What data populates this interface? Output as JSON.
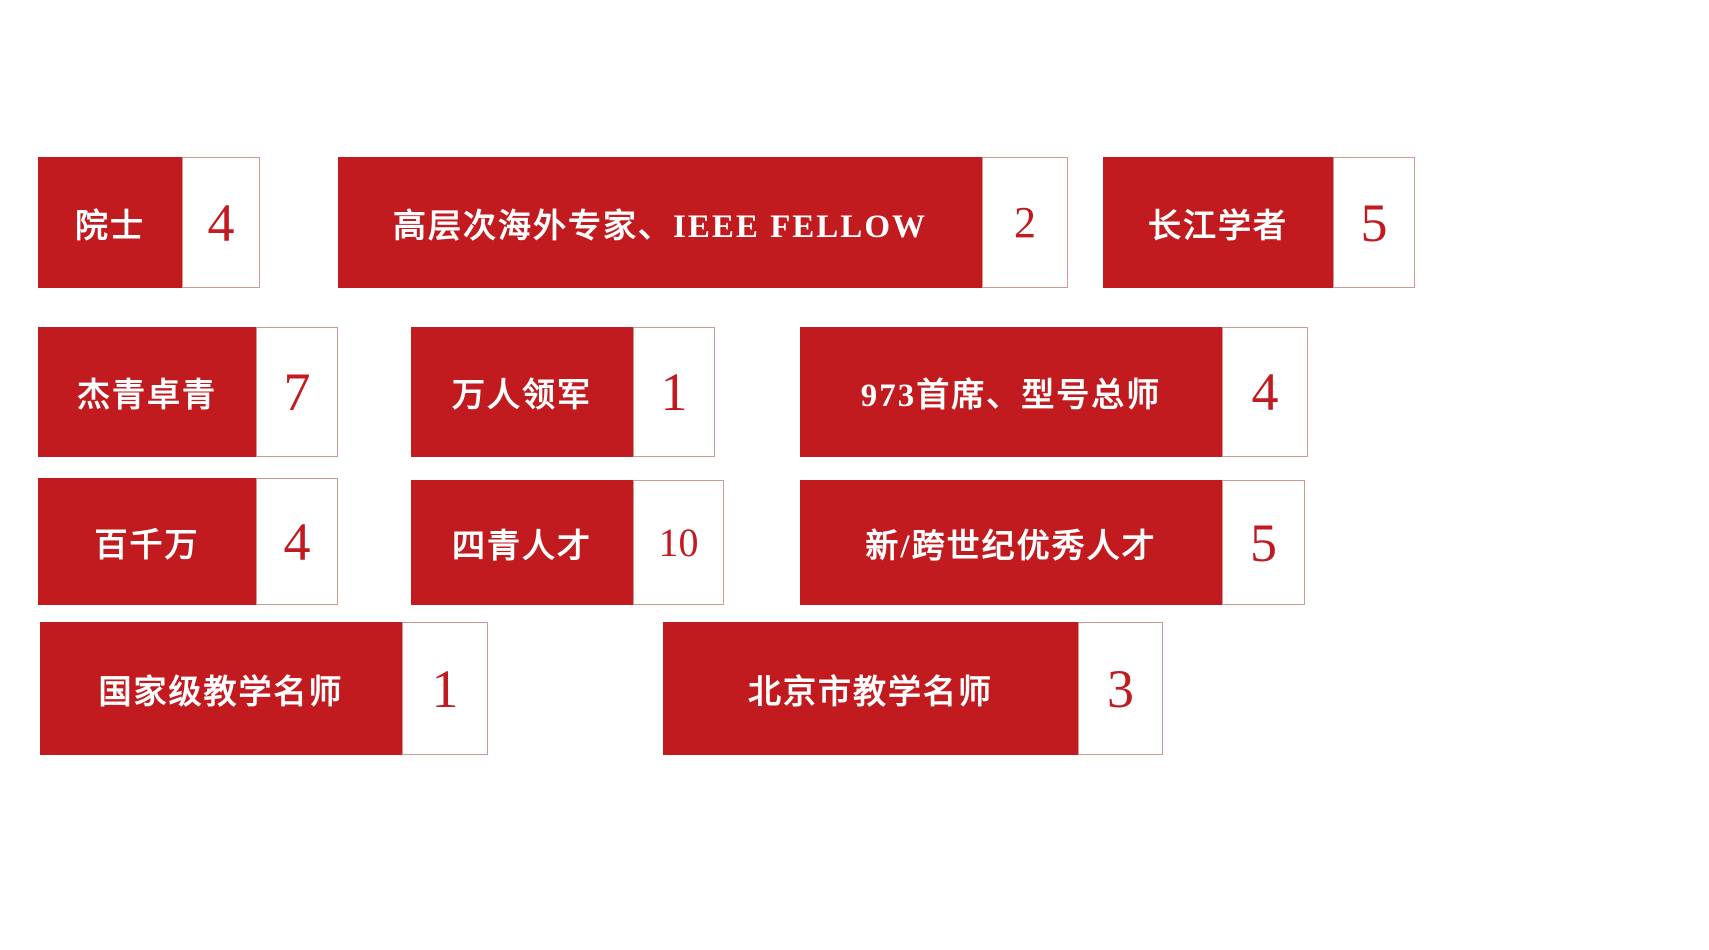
{
  "badges": [
    {
      "label": "院士",
      "count": "4"
    },
    {
      "label": "高层次海外专家、IEEE FELLOW",
      "count": "2"
    },
    {
      "label": "长江学者",
      "count": "5"
    },
    {
      "label": "杰青卓青",
      "count": "7"
    },
    {
      "label": "万人领军",
      "count": "1"
    },
    {
      "label": "973首席、型号总师",
      "count": "4"
    },
    {
      "label": "百千万",
      "count": "4"
    },
    {
      "label": "四青人才",
      "count": "10"
    },
    {
      "label": "新/跨世纪优秀人才",
      "count": "5"
    },
    {
      "label": "国家级教学名师",
      "count": "1"
    },
    {
      "label": "北京市教学名师",
      "count": "3"
    }
  ],
  "colors": {
    "badge_red": "#C11A1F",
    "count_text_red": "#C11A1F",
    "count_box_border": "#CF9A94",
    "background": "#FFFFFF",
    "label_text": "#FFFFFF"
  },
  "chart_data": {
    "type": "table",
    "title": "",
    "categories": [
      "院士",
      "高层次海外专家、IEEE FELLOW",
      "长江学者",
      "杰青卓青",
      "万人领军",
      "973首席、型号总师",
      "百千万",
      "四青人才",
      "新/跨世纪优秀人才",
      "国家级教学名师",
      "北京市教学名师"
    ],
    "values": [
      4,
      2,
      5,
      7,
      1,
      4,
      4,
      10,
      5,
      1,
      3
    ]
  }
}
